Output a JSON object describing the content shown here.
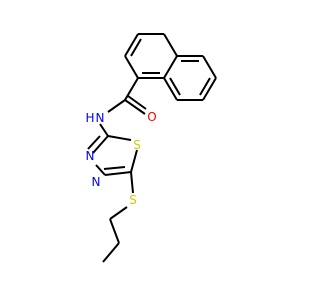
{
  "molecule": {
    "colors": {
      "carbon": "#000000",
      "nitrogen": "#0000ff",
      "oxygen": "#ff0000",
      "sulfur": "#cccc00",
      "background": "#ffffff"
    },
    "atoms": {
      "carbonyl_oxygen": {
        "symbol": "O",
        "element": "oxygen"
      },
      "amide_nitrogen": {
        "symbol": "N",
        "element": "nitrogen"
      },
      "amide_hydrogen": {
        "symbol": "H",
        "element": "nitrogen"
      },
      "ring_nitrogen_1": {
        "symbol": "N",
        "element": "nitrogen"
      },
      "ring_nitrogen_2": {
        "symbol": "N",
        "element": "nitrogen"
      },
      "ring_sulfur": {
        "symbol": "S",
        "element": "sulfur"
      },
      "thioether_sulfur": {
        "symbol": "S",
        "element": "sulfur"
      }
    }
  }
}
